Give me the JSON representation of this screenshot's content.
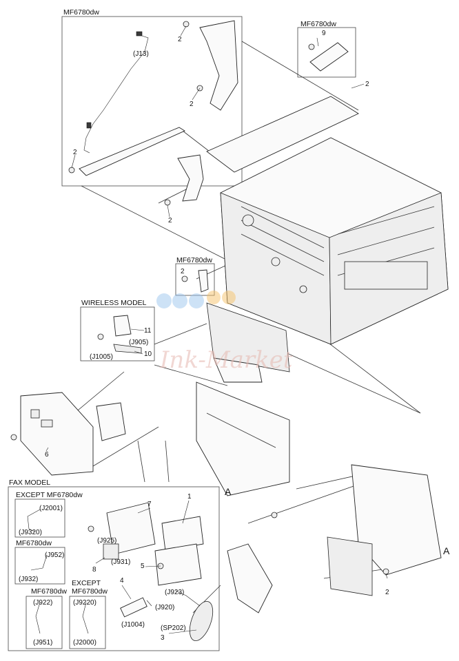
{
  "labels": {
    "grp_top_left": "MF6780dw",
    "grp_top_right": "MF6780dw",
    "grp_mid": "MF6780dw",
    "grp_wireless": "WIRELESS MODEL",
    "grp_fax": "FAX MODEL",
    "grp_except": "EXCEPT MF6780dw",
    "grp_mf_small": "MF6780dw",
    "grp_mf_bottom": "MF6780dw",
    "grp_except2_a": "EXCEPT",
    "grp_except2_b": "MF6780dw",
    "j13": "(J13)",
    "j905": "(J905)",
    "j1005": "(J1005)",
    "j925": "(J925)",
    "j931": "(J931)",
    "j923": "(J923)",
    "j920": "(J920)",
    "j1004": "(J1004)",
    "sp202": "(SP202)",
    "j2001": "(J2001)",
    "j9320": "(J9320)",
    "j952": "(J952)",
    "j932": "(J932)",
    "j922": "(J922)",
    "j951": "(J951)",
    "j9220": "(J9220)",
    "j2000": "(J2000)",
    "n2a": "2",
    "n2b": "2",
    "n2c": "2",
    "n2d": "2",
    "n2e": "2",
    "n2f": "2",
    "n2g": "2",
    "n9": "9",
    "n11": "11",
    "n10": "10",
    "n6": "6",
    "n1": "1",
    "n7": "7",
    "n5": "5",
    "n8": "8",
    "n4": "4",
    "n3": "3",
    "refA_left": "A",
    "refA_right": "A"
  },
  "watermark": "Ink-Market"
}
